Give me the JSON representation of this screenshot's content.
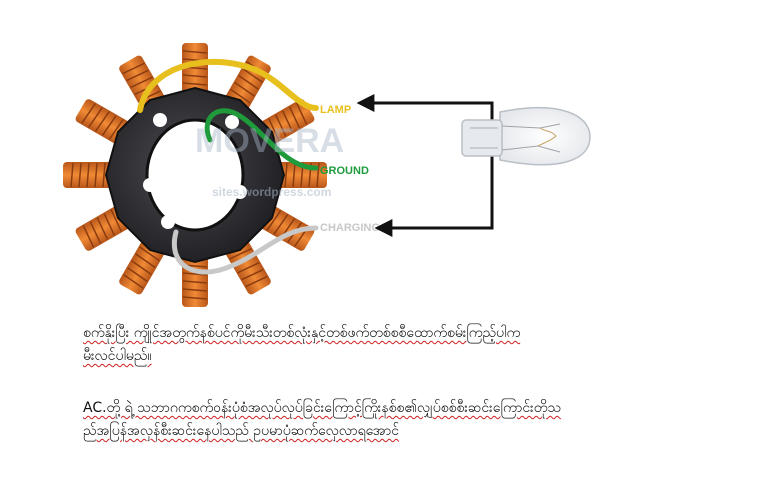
{
  "figure": {
    "labels": {
      "lamp": "LAMP",
      "ground": "GROUND",
      "charging": "CHARGING"
    },
    "watermark": {
      "brand": "MOVERA",
      "site": "sites.wordpress.com"
    },
    "colors": {
      "lamp_wire": "#e7c01e",
      "ground_wire": "#1f9b3c",
      "charging_wire": "#c8c8c8",
      "coil": "#e07a2a",
      "stator": "#2f2f33"
    }
  },
  "paragraphs": [
    {
      "lines": [
        "စက်နိုးပြီး ကျိုင်အတွက်နစ်ပင်ကိုမီးသီးတစ်လုံးနှင့်တစ်ဖက်တစ်စစီထောက်စမ်းကြည့်ပါက",
        "မီးလင်ပါမည်။"
      ]
    },
    {
      "lines": [
        "AC.တို့ ရဲ့ သဘာဂကစက်ဝန်းပုံစံအလုပ်လုပ်ခြင်းကြောင့်ကြိုးနစ်စ၏လျှပ်စစ်စီးဆင်းကြောင်းတိုသ",
        "ည်အပြန်အလှန်စီးဆင်းနေပါသည် ဥပမာပုံဆက်လှေလာရအောင်"
      ]
    }
  ]
}
